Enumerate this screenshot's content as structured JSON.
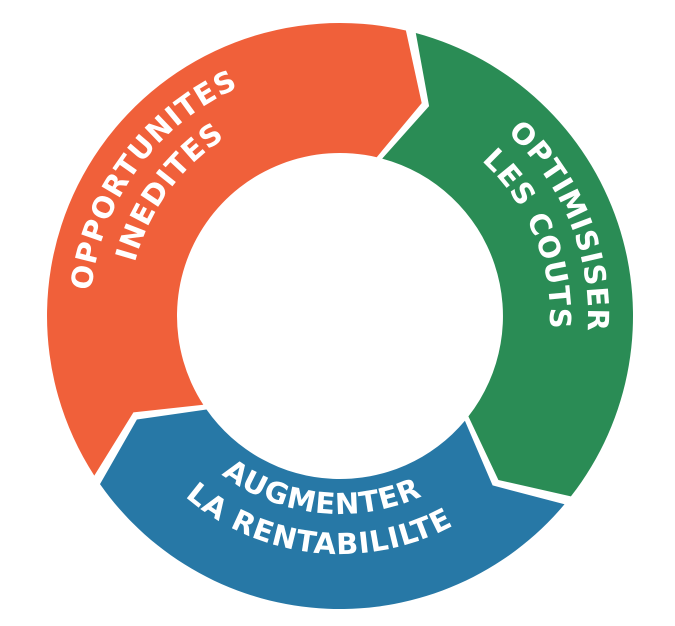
{
  "cycle": {
    "segments": [
      {
        "id": "opportunities",
        "color": "#f0603a",
        "lines": [
          "OPPORTUNITES",
          "INEDITES"
        ]
      },
      {
        "id": "optimise",
        "color": "#2a8c55",
        "lines": [
          "OPTIMISISER",
          "LES COUTS"
        ]
      },
      {
        "id": "profitability",
        "color": "#2778a6",
        "lines": [
          "LA RENTABILILTE",
          "AUGMENTER"
        ]
      }
    ]
  }
}
